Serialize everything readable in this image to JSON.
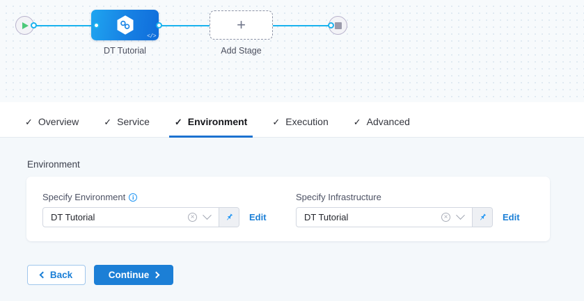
{
  "pipeline": {
    "start_node": {
      "icon": "play-icon",
      "name": "start-node"
    },
    "end_node": {
      "icon": "stop-icon",
      "name": "end-node"
    },
    "stage": {
      "label": "DT Tutorial",
      "icon": "harness-hexagon-icon",
      "code_badge": "</>"
    },
    "add_stage": {
      "label": "Add Stage",
      "icon": "plus-icon"
    }
  },
  "tabs": [
    {
      "label": "Overview",
      "check": "✓",
      "active": false
    },
    {
      "label": "Service",
      "check": "✓",
      "active": false
    },
    {
      "label": "Environment",
      "check": "✓",
      "active": true
    },
    {
      "label": "Execution",
      "check": "✓",
      "active": false
    },
    {
      "label": "Advanced",
      "check": "✓",
      "active": false
    }
  ],
  "main": {
    "section_title": "Environment",
    "fields": [
      {
        "label": "Specify Environment",
        "has_info_icon": true,
        "info_icon": "info-circle-icon",
        "value": "DT Tutorial",
        "clear_icon": "clear-circle-icon",
        "dropdown_icon": "chevron-down-icon",
        "pin_icon": "pin-icon",
        "edit_label": "Edit"
      },
      {
        "label": "Specify Infrastructure",
        "has_info_icon": false,
        "value": "DT Tutorial",
        "clear_icon": "clear-circle-icon",
        "dropdown_icon": "chevron-down-icon",
        "pin_icon": "pin-icon",
        "edit_label": "Edit"
      }
    ]
  },
  "footer": {
    "back_label": "Back",
    "continue_label": "Continue"
  },
  "colors": {
    "accent_blue": "#1c7fd6",
    "edge_blue": "#19b2ee",
    "canvas_bg": "#f7fafc",
    "body_bg": "#f4f8fb",
    "link_blue": "#1b7fd6"
  }
}
